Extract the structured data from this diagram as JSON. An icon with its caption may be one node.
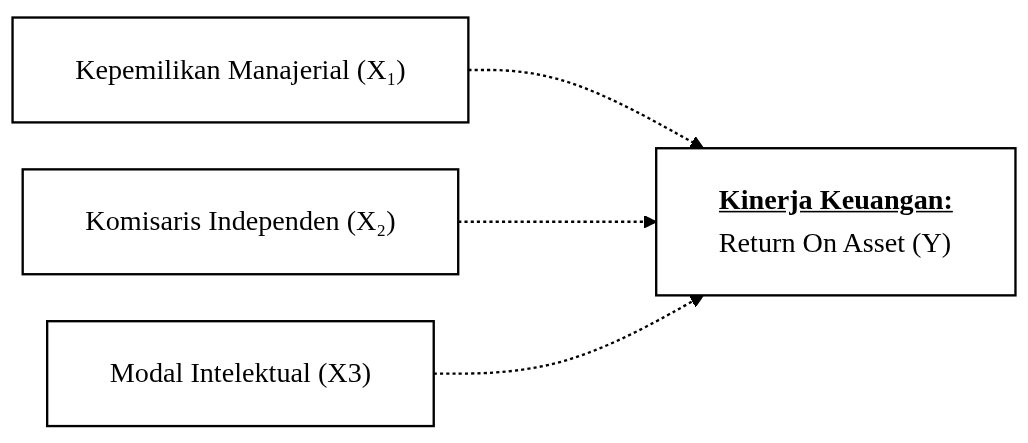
{
  "diagram": {
    "nodes": [
      {
        "text": [
          "Kepemilikan Manajerial (X₁)"
        ]
      },
      {
        "text": [
          "Komisaris Independen (X₂)"
        ]
      },
      {
        "text": [
          "Modal Intelektual (X3)"
        ]
      },
      {
        "text": [
          "Kinerja Keuangan:",
          "Return On Asset (Y)"
        ]
      }
    ],
    "edges": [
      {
        "from": 0,
        "to": 3,
        "arrow": "to",
        "style": "dashed"
      },
      {
        "from": 1,
        "to": 3,
        "arrow": "to",
        "style": "dashed"
      },
      {
        "from": 2,
        "to": 3,
        "arrow": "to",
        "style": "dashed"
      }
    ]
  }
}
